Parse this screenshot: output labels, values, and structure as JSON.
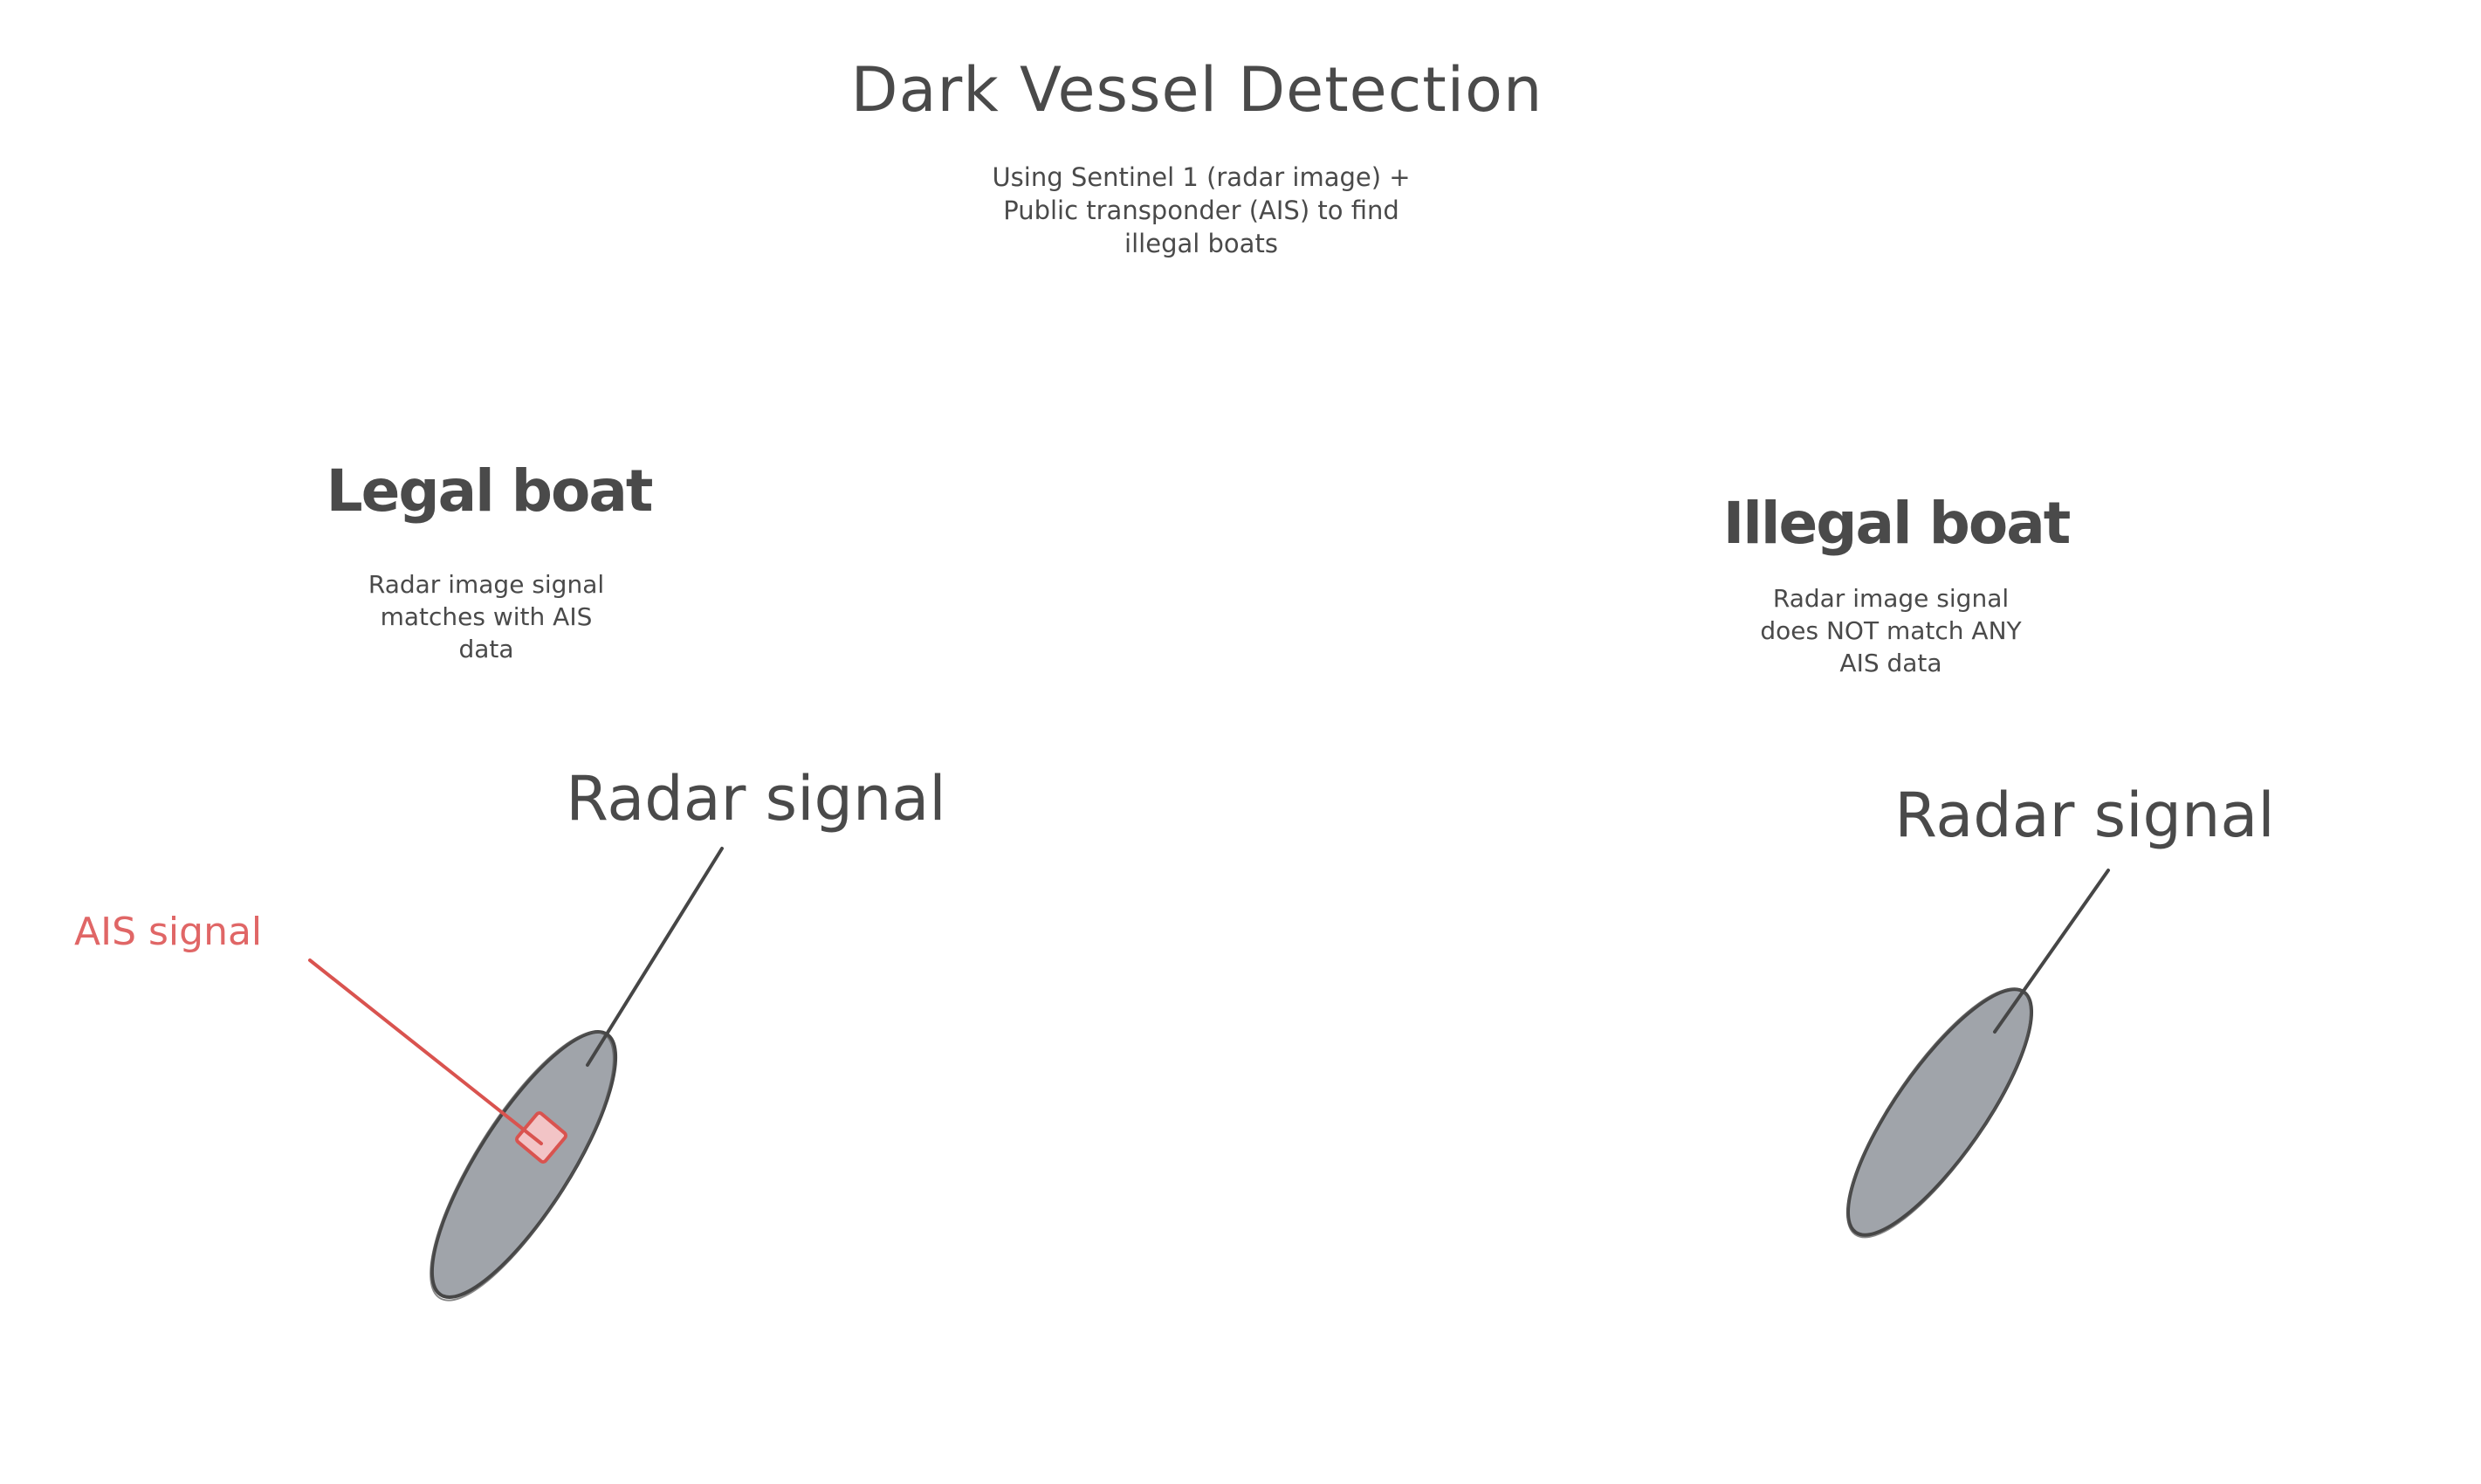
{
  "header": {
    "title": "Dark Vessel Detection",
    "subtitle_lines": [
      "Using Sentinel 1 (radar image) +",
      "Public transponder (AIS) to find",
      "illegal boats"
    ]
  },
  "legal_boat": {
    "heading": "Legal boat",
    "description_lines": [
      "Radar image signal",
      "matches with AIS",
      "data"
    ],
    "radar_label": "Radar signal",
    "ais_label": "AIS signal"
  },
  "illegal_boat": {
    "heading": "Illegal boat",
    "description_lines": [
      "Radar image signal",
      "does NOT match ANY",
      "AIS data"
    ],
    "radar_label": "Radar signal"
  },
  "colors": {
    "text": "#4a4a4a",
    "boat_fill": "#a0a4aa",
    "boat_stroke": "#464646",
    "ais_stroke": "#d9534f",
    "ais_fill": "#f2c4c6",
    "ais_text": "#e06666",
    "background": "#ffffff"
  }
}
